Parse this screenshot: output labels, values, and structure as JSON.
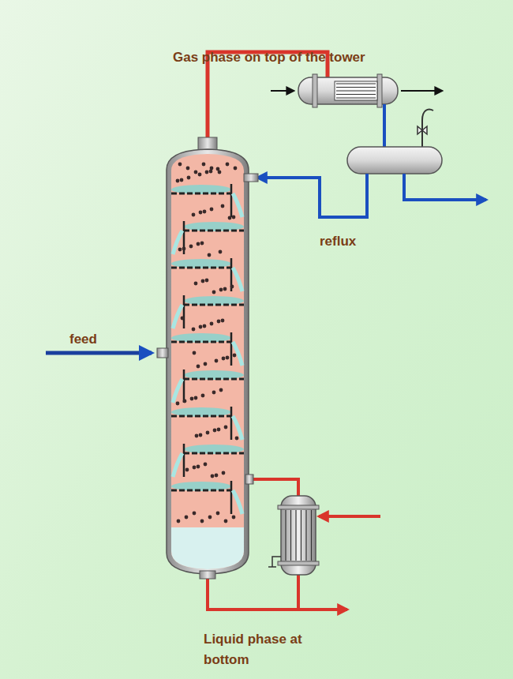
{
  "diagram": {
    "labels": [
      "Gas phase on top of the tower",
      "reflux",
      "feed",
      "Liquid phase at bottom"
    ]
  }
}
